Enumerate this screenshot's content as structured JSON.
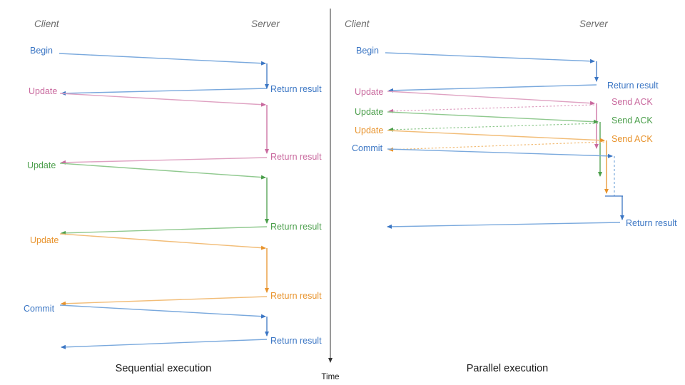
{
  "colors": {
    "blue": "#3b76c4",
    "blue_light": "#7aa9dd",
    "pink": "#c9699e",
    "pink_light": "#dfa2c2",
    "green": "#4a9e4a",
    "green_light": "#90c98f",
    "orange": "#e8932c",
    "orange_light": "#f2bd78",
    "axis": "#333333",
    "lane_text": "#6b6b6b",
    "caption_text": "#1a1a1a",
    "background": "#ffffff"
  },
  "time_axis": {
    "label": "Time"
  },
  "panels": [
    {
      "id": "sequential",
      "caption": "Sequential execution",
      "lanes": {
        "client": "Client",
        "server": "Server"
      },
      "client_labels": [
        {
          "text": "Begin",
          "color_key": "blue"
        },
        {
          "text": "Update",
          "color_key": "pink"
        },
        {
          "text": "Update",
          "color_key": "green"
        },
        {
          "text": "Update",
          "color_key": "orange"
        },
        {
          "text": "Commit",
          "color_key": "blue"
        }
      ],
      "server_labels": [
        {
          "text": "Return result",
          "color_key": "blue"
        },
        {
          "text": "Return result",
          "color_key": "pink"
        },
        {
          "text": "Return result",
          "color_key": "green"
        },
        {
          "text": "Return result",
          "color_key": "orange"
        },
        {
          "text": "Return result",
          "color_key": "blue"
        }
      ]
    },
    {
      "id": "parallel",
      "caption": "Parallel execution",
      "lanes": {
        "client": "Client",
        "server": "Server"
      },
      "client_labels": [
        {
          "text": "Begin",
          "color_key": "blue"
        },
        {
          "text": "Update",
          "color_key": "pink"
        },
        {
          "text": "Update",
          "color_key": "green"
        },
        {
          "text": "Update",
          "color_key": "orange"
        },
        {
          "text": "Commit",
          "color_key": "blue"
        }
      ],
      "server_labels": [
        {
          "text": "Return result",
          "color_key": "blue"
        },
        {
          "text": "Send ACK",
          "color_key": "pink"
        },
        {
          "text": "Send ACK",
          "color_key": "green"
        },
        {
          "text": "Send ACK",
          "color_key": "orange"
        },
        {
          "text": "Return result",
          "color_key": "blue"
        }
      ]
    }
  ],
  "chart_data": {
    "type": "diagram",
    "title": "Sequential vs Parallel execution sequence diagram",
    "panels": [
      {
        "name": "Sequential execution",
        "messages": [
          {
            "label": "Begin",
            "from": "client",
            "to": "server",
            "color": "blue"
          },
          {
            "label": "Return result",
            "from": "server",
            "to": "client",
            "color": "blue"
          },
          {
            "label": "Update",
            "from": "client",
            "to": "server",
            "color": "pink"
          },
          {
            "label": "Return result",
            "from": "server",
            "to": "client",
            "color": "pink"
          },
          {
            "label": "Update",
            "from": "client",
            "to": "server",
            "color": "green"
          },
          {
            "label": "Return result",
            "from": "server",
            "to": "client",
            "color": "green"
          },
          {
            "label": "Update",
            "from": "client",
            "to": "server",
            "color": "orange"
          },
          {
            "label": "Return result",
            "from": "server",
            "to": "client",
            "color": "orange"
          },
          {
            "label": "Commit",
            "from": "client",
            "to": "server",
            "color": "blue"
          },
          {
            "label": "Return result",
            "from": "server",
            "to": "client",
            "color": "blue"
          }
        ]
      },
      {
        "name": "Parallel execution",
        "messages": [
          {
            "label": "Begin",
            "from": "client",
            "to": "server",
            "color": "blue"
          },
          {
            "label": "Return result",
            "from": "server",
            "to": "client",
            "color": "blue"
          },
          {
            "label": "Update",
            "from": "client",
            "to": "server",
            "color": "pink"
          },
          {
            "label": "Send ACK",
            "from": "server",
            "to": "client",
            "color": "pink"
          },
          {
            "label": "Update",
            "from": "client",
            "to": "server",
            "color": "green"
          },
          {
            "label": "Send ACK",
            "from": "server",
            "to": "client",
            "color": "green"
          },
          {
            "label": "Update",
            "from": "client",
            "to": "server",
            "color": "orange"
          },
          {
            "label": "Send ACK",
            "from": "server",
            "to": "client",
            "color": "orange"
          },
          {
            "label": "Commit",
            "from": "client",
            "to": "server",
            "color": "blue"
          },
          {
            "label": "Return result",
            "from": "server",
            "to": "client",
            "color": "blue"
          }
        ]
      }
    ]
  }
}
